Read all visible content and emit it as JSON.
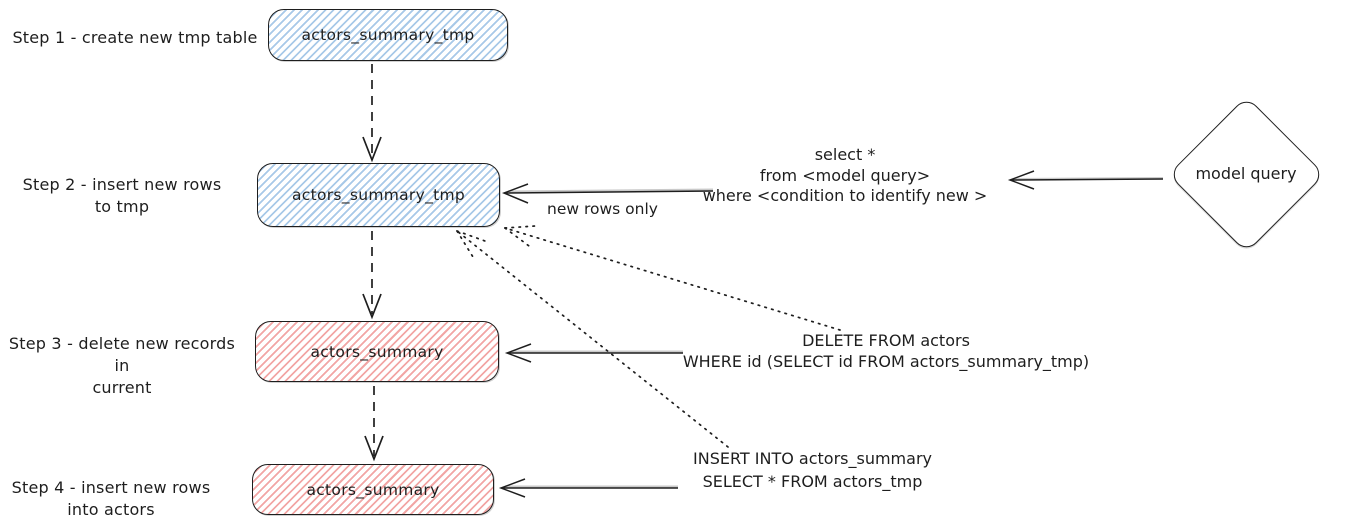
{
  "colors": {
    "stroke": "#1e1e1e",
    "blue_hatch": "#a8c9e8",
    "red_hatch": "#f2a6a5"
  },
  "steps": [
    {
      "label1": "Step 1 - create new tmp table",
      "node": "actors_summary_tmp",
      "color": "blue"
    },
    {
      "label1": "Step 2 - insert new rows",
      "label2": "to tmp",
      "node": "actors_summary_tmp",
      "color": "blue"
    },
    {
      "label1": "Step 3 - delete new records in",
      "label2": "current",
      "node": "actors_summary",
      "color": "red"
    },
    {
      "label1": "Step 4 - insert new rows",
      "label2": "into actors",
      "node": "actors_summary",
      "color": "red"
    }
  ],
  "model_query": {
    "label": "model query"
  },
  "annotations": {
    "new_rows_only": "new rows only",
    "select_query": {
      "line1": "select *",
      "line2": "from <model query>",
      "line3": "where <condition to identify new >"
    },
    "delete_query": {
      "line1": "DELETE FROM actors",
      "line2": "WHERE id (SELECT id FROM actors_summary_tmp)"
    },
    "insert_query": {
      "line1": "INSERT INTO actors_summary",
      "line2": "SELECT * FROM actors_tmp"
    }
  }
}
